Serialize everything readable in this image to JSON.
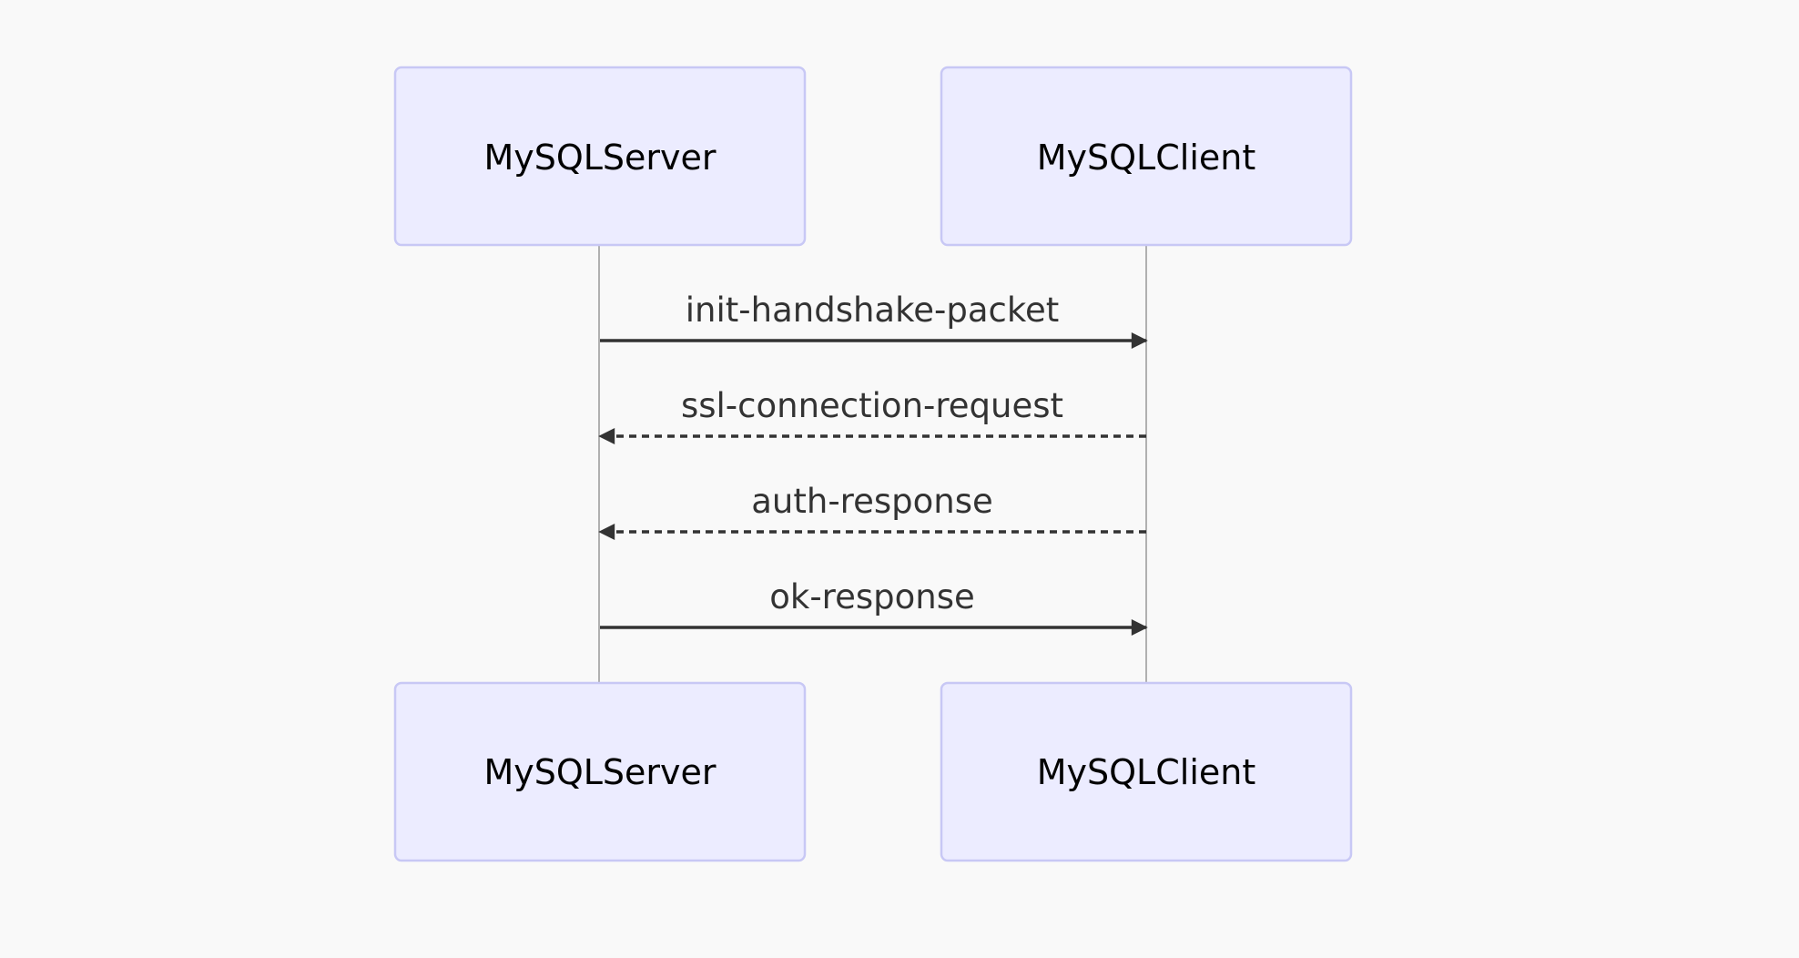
{
  "colors": {
    "background": "#f9f9f9",
    "actor_fill": "#ececff",
    "actor_stroke": "#c8c8f5",
    "lifeline": "#999999",
    "arrow": "#333333",
    "label_text": "#333333",
    "actor_text": "#000000"
  },
  "participants": [
    {
      "id": "server",
      "label": "MySQLServer"
    },
    {
      "id": "client",
      "label": "MySQLClient"
    }
  ],
  "messages": [
    {
      "from": "server",
      "to": "client",
      "label": "init-handshake-packet",
      "style": "solid"
    },
    {
      "from": "client",
      "to": "server",
      "label": "ssl-connection-request",
      "style": "dashed"
    },
    {
      "from": "client",
      "to": "server",
      "label": "auth-response",
      "style": "dashed"
    },
    {
      "from": "server",
      "to": "client",
      "label": "ok-response",
      "style": "solid"
    }
  ]
}
